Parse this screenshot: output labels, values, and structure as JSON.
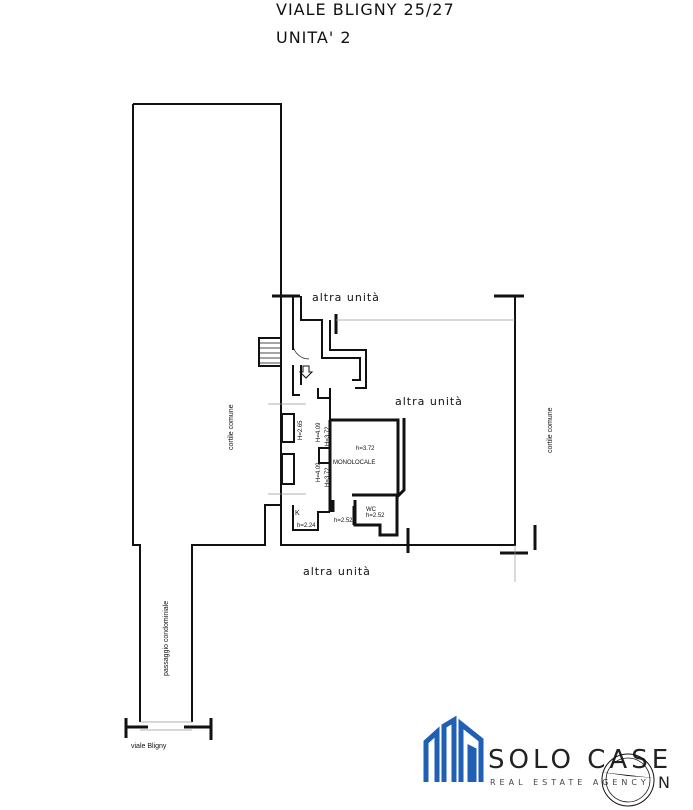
{
  "header": {
    "address": "VIALE BLIGNY 25/27",
    "unit": "UNITA' 2"
  },
  "plan": {
    "altra_unita_top": "altra  unità",
    "altra_unita_right": "altra  unità",
    "altra_unita_bottom": "altra  unità",
    "cortile_left": "cortile comune",
    "cortile_right": "cortile comune",
    "passaggio": "passaggio condominiale",
    "street": "viale Bligny",
    "room_monolocale": "MONOLOCALE",
    "h_monolocale": "h=3.72",
    "room_wc": "WC",
    "h_wc": "h=2.52",
    "h_small": "h=2.52",
    "h_k": "h=2.24",
    "k_label": "K",
    "H_265": "H=2.65",
    "H_409a": "H=4.09",
    "H_372a": "H=3.72",
    "H_409b": "H=4.09",
    "H_372b": "H=3.72"
  },
  "logo": {
    "name": "SOLO CASE",
    "tagline": "REAL ESTATE AGENCY",
    "brand_color": "#1f5fb4",
    "north": "N"
  }
}
